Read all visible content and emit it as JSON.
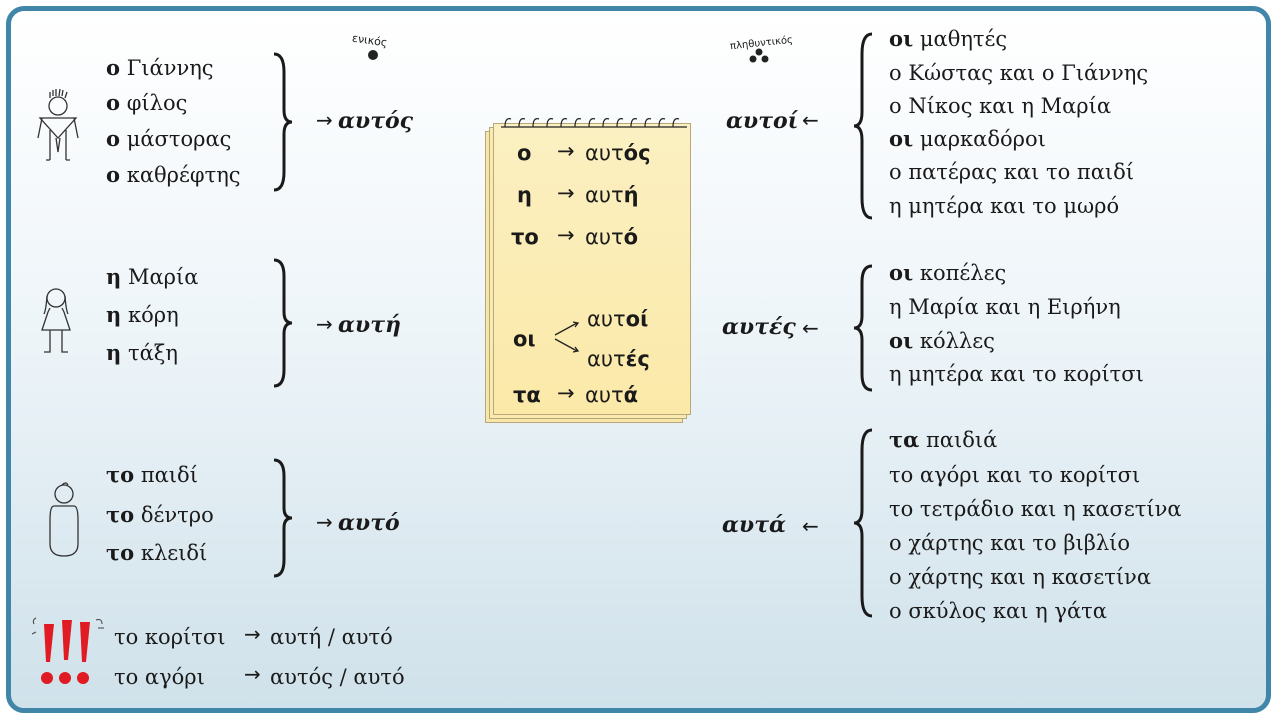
{
  "singular": {
    "label": "ενικός",
    "masc": {
      "items": [
        {
          "art": "ο",
          "noun": "Γιάννης"
        },
        {
          "art": "ο",
          "noun": "φίλος"
        },
        {
          "art": "ο",
          "noun": "μάστορας"
        },
        {
          "art": "ο",
          "noun": "καθρέφτης"
        }
      ],
      "pronoun": "αυτός"
    },
    "fem": {
      "items": [
        {
          "art": "η",
          "noun": "Μαρία"
        },
        {
          "art": "η",
          "noun": "κόρη"
        },
        {
          "art": "η",
          "noun": "τάξη"
        }
      ],
      "pronoun": "αυτή"
    },
    "neut": {
      "items": [
        {
          "art": "το",
          "noun": "παιδί"
        },
        {
          "art": "το",
          "noun": "δέντρο"
        },
        {
          "art": "το",
          "noun": "κλειδί"
        }
      ],
      "pronoun": "αυτό"
    }
  },
  "warning": {
    "rows": [
      {
        "noun": "το κορίτσι",
        "pronoun": "αυτή / αυτό"
      },
      {
        "noun": "το αγόρι",
        "pronoun": "αυτός / αυτό"
      }
    ]
  },
  "notepad": {
    "rows": [
      {
        "art": "ο",
        "pre": "αυτ",
        "end": "ός"
      },
      {
        "art": "η",
        "pre": "αυτ",
        "end": "ή"
      },
      {
        "art": "το",
        "pre": "αυτ",
        "end": "ό"
      },
      {
        "art": "οι",
        "pre": "αυτ",
        "end": "οί",
        "pre2": "αυτ",
        "end2": "ές"
      },
      {
        "art": "τα",
        "pre": "αυτ",
        "end": "ά"
      }
    ]
  },
  "plural": {
    "label": "πληθυντικός",
    "masc": {
      "pronoun": "αυτοί",
      "items": [
        {
          "art": "οι",
          "rest": "μαθητές"
        },
        {
          "art": "",
          "rest": "ο Κώστας και ο Γιάννης"
        },
        {
          "art": "",
          "rest": "ο Νίκος και η Μαρία"
        },
        {
          "art": "οι",
          "rest": "μαρκαδόροι"
        },
        {
          "art": "",
          "rest": "ο πατέρας και το παιδί"
        },
        {
          "art": "",
          "rest": "η μητέρα και το μωρό"
        }
      ]
    },
    "fem": {
      "pronoun": "αυτές",
      "items": [
        {
          "art": "οι",
          "rest": "κοπέλες"
        },
        {
          "art": "",
          "rest": "η Μαρία και η Ειρήνη"
        },
        {
          "art": "οι",
          "rest": "κόλλες"
        },
        {
          "art": "",
          "rest": "η μητέρα και το κορίτσι"
        }
      ]
    },
    "neut": {
      "pronoun": "αυτά",
      "items": [
        {
          "art": "τα",
          "rest": "παιδιά"
        },
        {
          "art": "",
          "rest": "το αγόρι και το κορίτσι"
        },
        {
          "art": "",
          "rest": "το τετράδιο και η κασετίνα"
        },
        {
          "art": "",
          "rest": "ο χάρτης και το βιβλίο"
        },
        {
          "art": "",
          "rest": "ο χάρτης και η κασετίνα"
        },
        {
          "art": "",
          "rest": "ο σκύλος και η γάτα"
        }
      ]
    }
  }
}
